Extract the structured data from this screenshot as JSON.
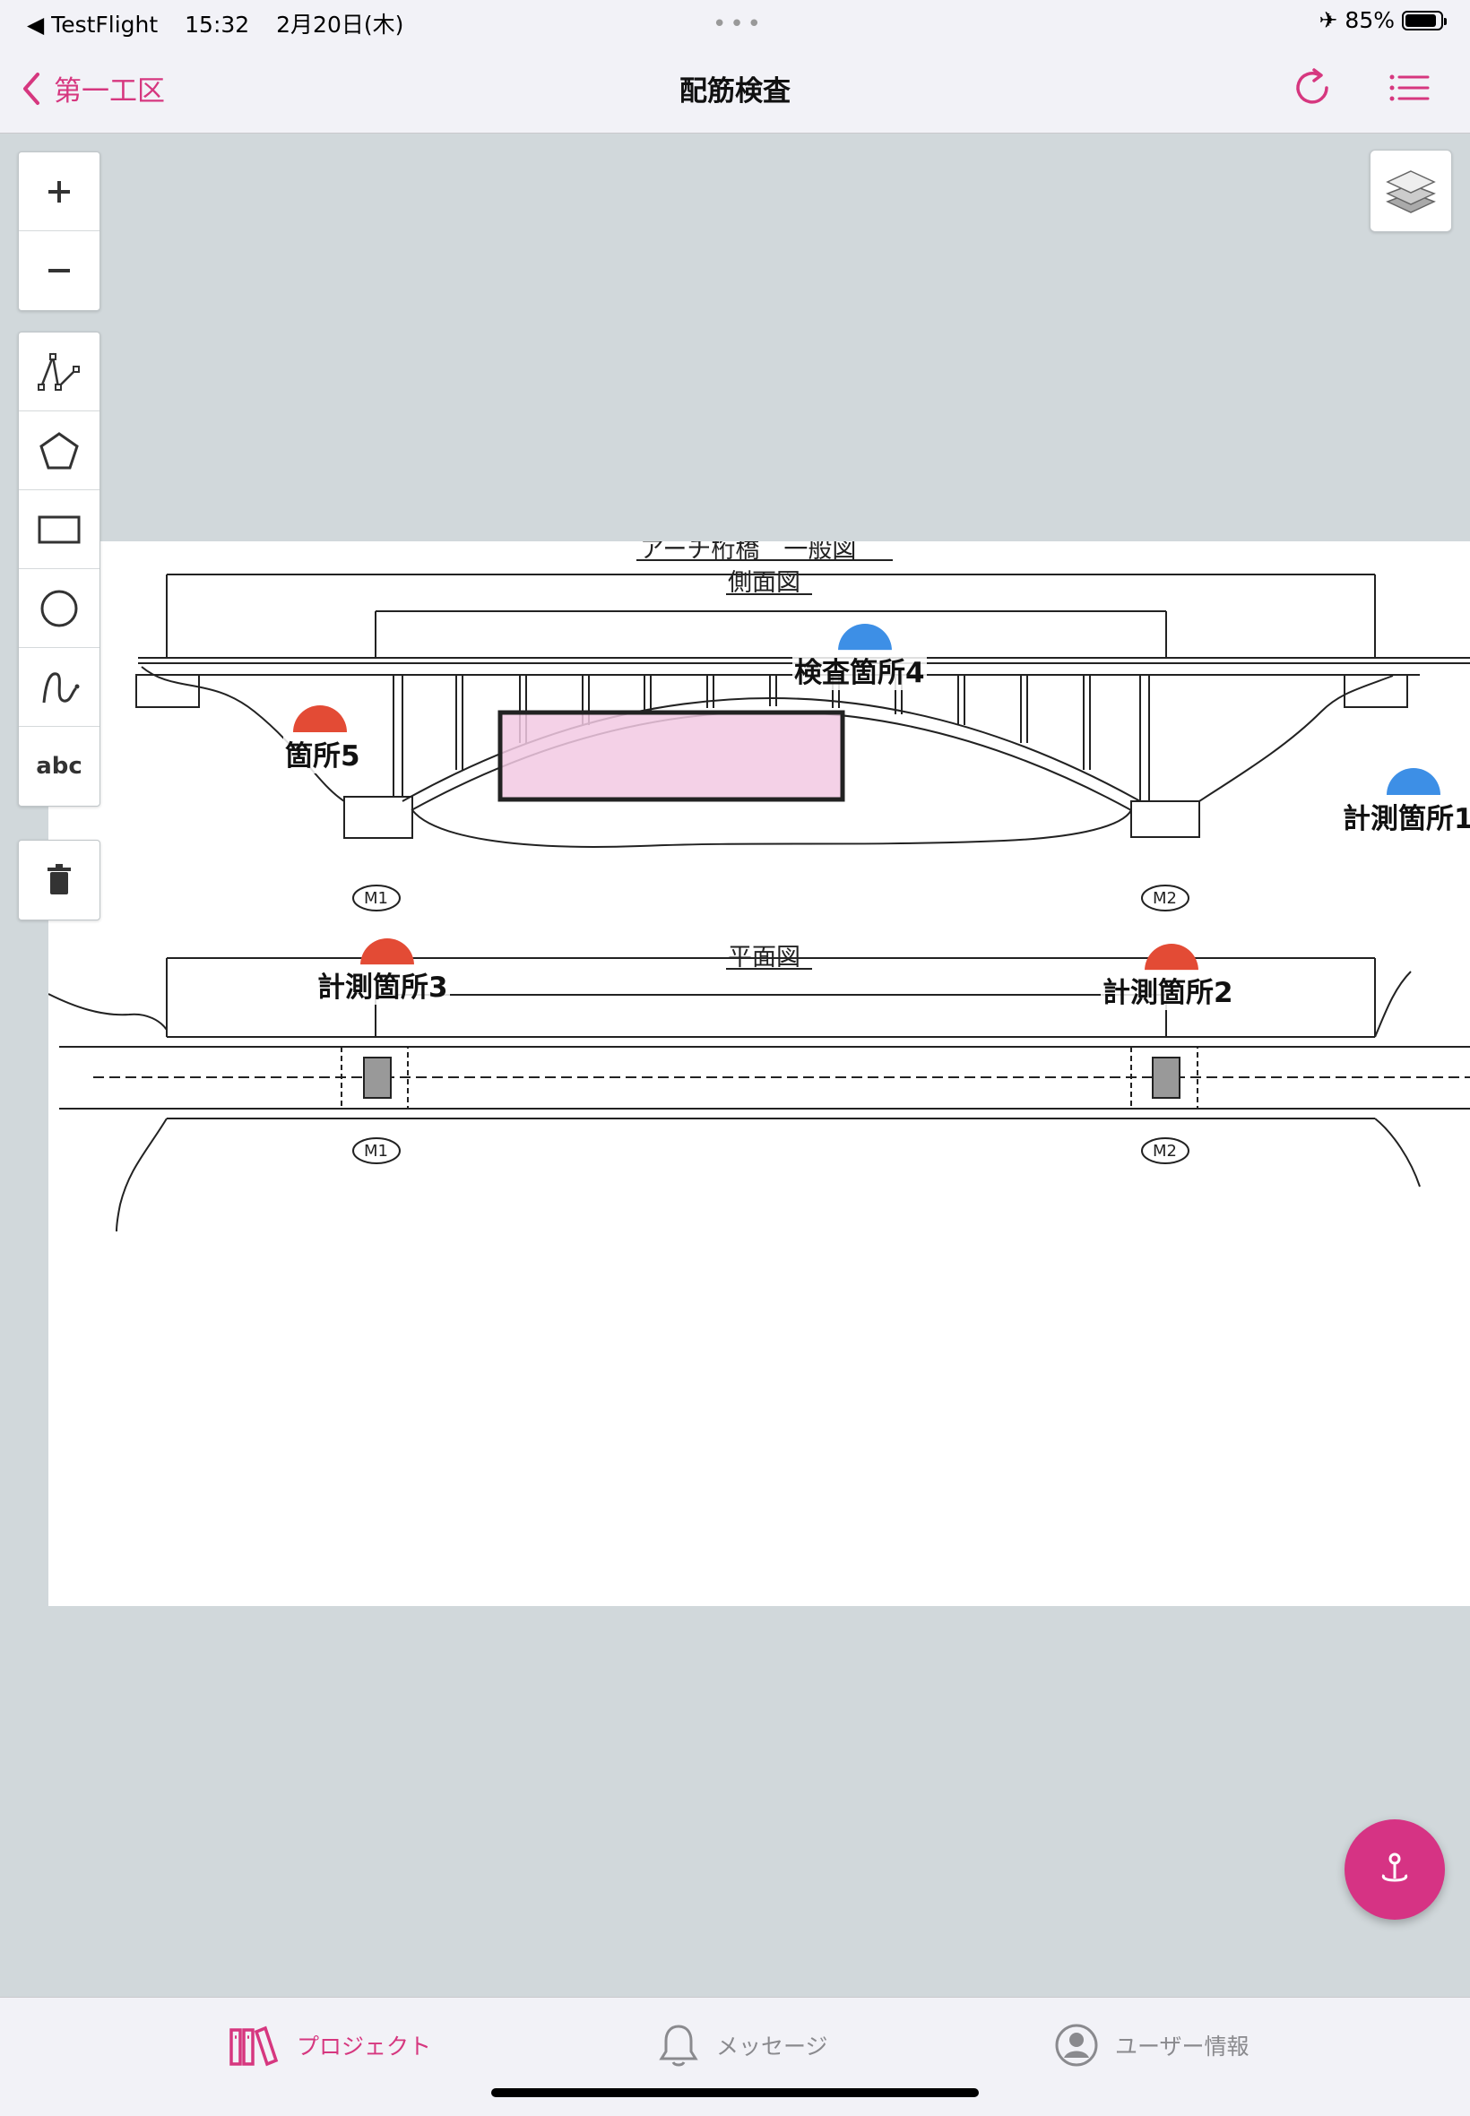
{
  "status_bar": {
    "back_app": "◀ TestFlight",
    "time": "15:32",
    "date": "2月20日(木)",
    "multitask_dots": "•••",
    "airplane": "✈",
    "battery_percent": "85%",
    "battery_level": 0.85
  },
  "nav": {
    "back_label": "第一工区",
    "title": "配筋検査"
  },
  "map": {
    "toolbar_zoom": [
      "+",
      "−"
    ],
    "toolbar_draw": [
      "polyline",
      "polygon",
      "rectangle",
      "circle",
      "freehand",
      "text"
    ],
    "text_tool_label": "abc",
    "drawing": {
      "title": "アーチ桁橋　一般図",
      "side_view_label": "側面図",
      "plan_view_label": "平面図",
      "pier_labels": [
        "M1",
        "M2"
      ]
    },
    "markers": [
      {
        "label": "検査箇所4",
        "color": "blue"
      },
      {
        "label": "箇所5",
        "color": "red"
      },
      {
        "label": "計測箇所1",
        "color": "blue"
      },
      {
        "label": "計測箇所3",
        "color": "red"
      },
      {
        "label": "計測箇所2",
        "color": "red"
      }
    ]
  },
  "tabs": [
    {
      "label": "プロジェクト",
      "icon": "books-icon",
      "active": true
    },
    {
      "label": "メッセージ",
      "icon": "bell-icon",
      "active": false
    },
    {
      "label": "ユーザー情報",
      "icon": "user-icon",
      "active": false
    }
  ],
  "colors": {
    "accent": "#d6377f",
    "marker_red": "#e34b35",
    "marker_blue": "#3d8fe6",
    "highlight_fill": "#f2c9e3",
    "map_bg": "#d1d8db"
  }
}
